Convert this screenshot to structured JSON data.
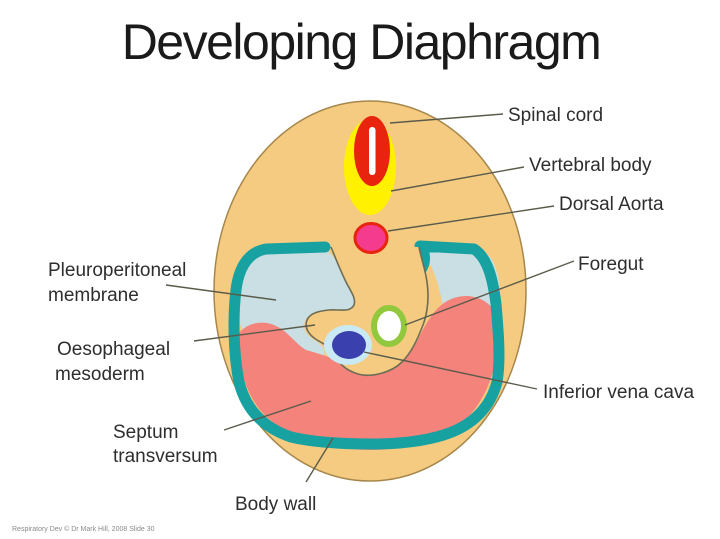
{
  "slide": {
    "title": "Developing Diaphragm",
    "footer": "Respiratory Dev © Dr Mark Hill, 2008 Slide 30"
  },
  "labels": {
    "spinal_cord": "Spinal cord",
    "vertebral_body": "Vertebral body",
    "dorsal_aorta": "Dorsal Aorta",
    "foregut": "Foregut",
    "inferior_vena_cava": "Inferior vena cava",
    "pleuroperitoneal_membrane": {
      "line1": "Pleuroperitoneal",
      "line2": "membrane"
    },
    "oesophageal_mesoderm": {
      "line1": "Oesophageal",
      "line2": "mesoderm"
    },
    "septum_transversum": {
      "line1": "Septum",
      "line2": "transversum"
    },
    "body_wall": "Body wall"
  },
  "colors": {
    "background": "#FFFFFF",
    "title_text": "#1A1A1A",
    "label_text": "#2E2E2E",
    "leader_line": "#5B5B4B",
    "body_tan": "#F4CB80",
    "body_outline": "#A6874B",
    "pleural_cavity_blue": "#C9DFE3",
    "body_wall_teal": "#17A1A1",
    "septum_salmon": "#F4837B",
    "vertebral_yellow": "#FFF100",
    "spinal_red": "#E8230E",
    "spinal_canal_white": "#FFFFFF",
    "aorta_pink": "#F53B8E",
    "foregut_green": "#92C83E",
    "foregut_lumen_white": "#FFFFFF",
    "ivc_blue": "#3A41AE",
    "ivc_halo_blue": "#C9E9F4",
    "mesoderm_outline": "#6E6E55",
    "footer_text": "#8A8A8A"
  }
}
